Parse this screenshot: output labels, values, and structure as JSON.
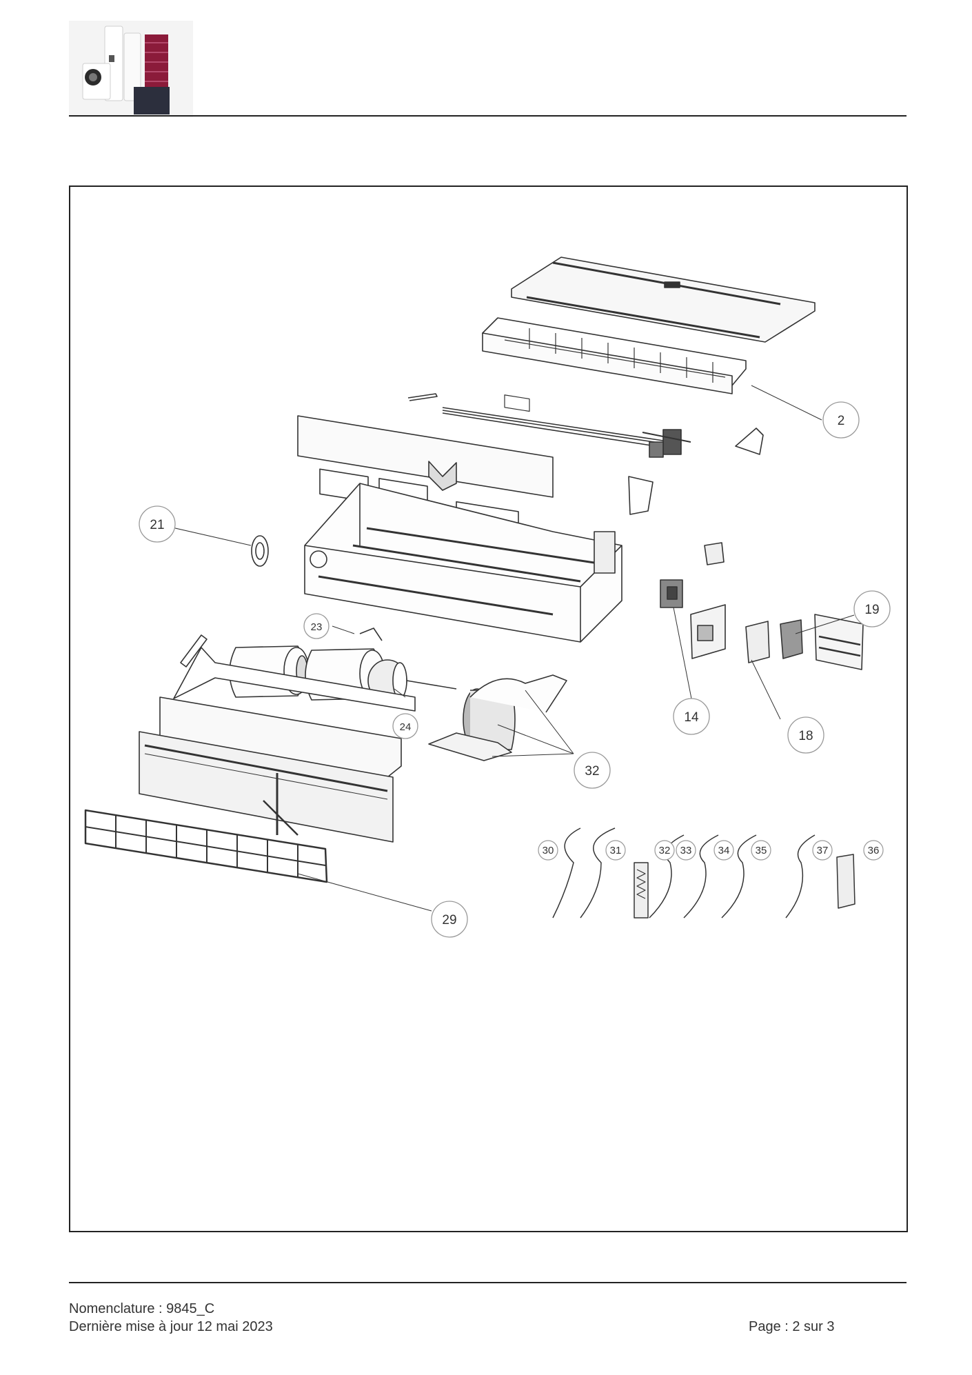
{
  "header": {
    "logo_icon": "heating-products-logo"
  },
  "diagram": {
    "callouts": [
      "2",
      "21",
      "19",
      "23",
      "14",
      "24",
      "18",
      "32",
      "29"
    ],
    "accessory_callouts": [
      "30",
      "31",
      "32",
      "33",
      "34",
      "35",
      "37",
      "36"
    ]
  },
  "footer": {
    "nomenclature": "Nomenclature : 9845_C",
    "updated": "Dernière mise à jour 12 mai 2023",
    "page": "Page : 2 sur 3"
  }
}
